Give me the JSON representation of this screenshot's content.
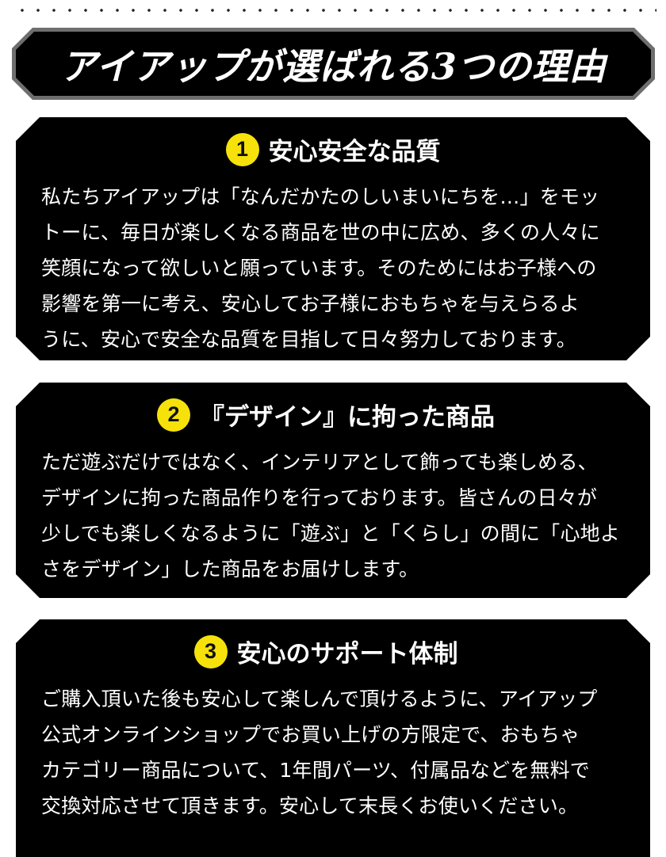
{
  "banner": {
    "title": "アイアップが選ばれる3つの理由"
  },
  "reasons": [
    {
      "number": "1",
      "title": "安心安全な品質",
      "lines": [
        "私たちアイアップは「なんだかたのしいまいにちを…」をモッ",
        "トーに、毎日が楽しくなる商品を世の中に広め、多くの人々に",
        "笑顔になって欲しいと願っています。そのためにはお子様への",
        "影響を第一に考え、安心してお子様におもちゃを与えらるよ",
        "うに、安心で安全な品質を目指して日々努力しております。"
      ]
    },
    {
      "number": "2",
      "title": "『デザイン』に拘った商品",
      "lines": [
        "ただ遊ぶだけではなく、インテリアとして飾っても楽しめる、",
        "デザインに拘った商品作りを行っております。皆さんの日々が",
        "少しでも楽しくなるように「遊ぶ」と「くらし」の間に「心地よ",
        "さをデザイン」した商品をお届けします。"
      ]
    },
    {
      "number": "3",
      "title": "安心のサポート体制",
      "lines": [
        "ご購入頂いた後も安心して楽しんで頂けるように、アイアップ",
        "公式オンラインショップでお買い上げの方限定で、おもちゃ",
        "カテゴリー商品について、1年間パーツ、付属品などを無料で",
        "交換対応させて頂きます。安心して末長くお使いください。"
      ]
    }
  ],
  "colors": {
    "badge": "#f6e20a",
    "panel": "#000000",
    "banner_border": "#6e6e6e"
  }
}
